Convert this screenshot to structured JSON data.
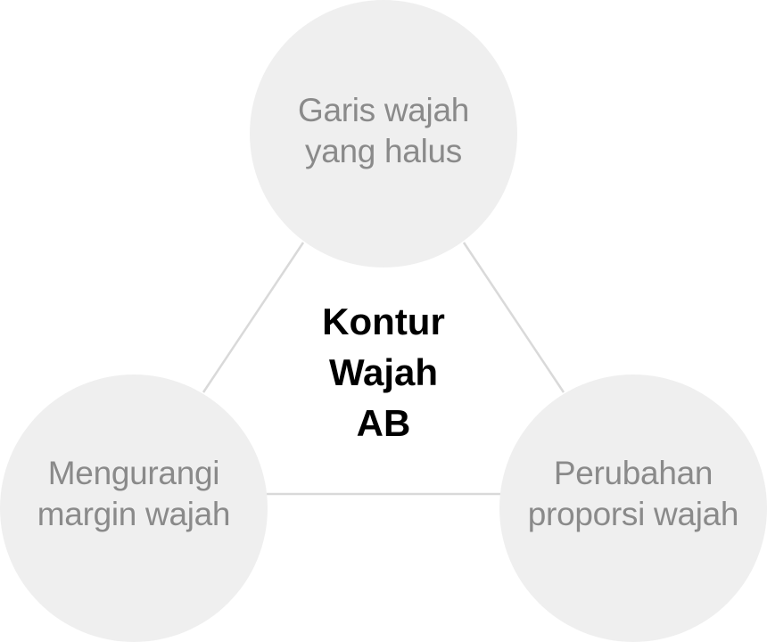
{
  "diagram": {
    "type": "triangle-cycle",
    "center_title": "Kontur\nWajah\nAB",
    "nodes": [
      {
        "id": "top",
        "label": "Garis wajah\nyang halus"
      },
      {
        "id": "bottom-left",
        "label": "Mengurangi\nmargin wajah"
      },
      {
        "id": "bottom-right",
        "label": "Perubahan\nproporsi wajah"
      }
    ],
    "edges": [
      {
        "from": "top",
        "to": "bottom-left"
      },
      {
        "from": "top",
        "to": "bottom-right"
      },
      {
        "from": "bottom-left",
        "to": "bottom-right"
      }
    ],
    "colors": {
      "node_fill": "#efefef",
      "node_text": "#8a8a8a",
      "connector": "#d9d9d9",
      "center_text": "#000000",
      "background": "#ffffff"
    }
  }
}
